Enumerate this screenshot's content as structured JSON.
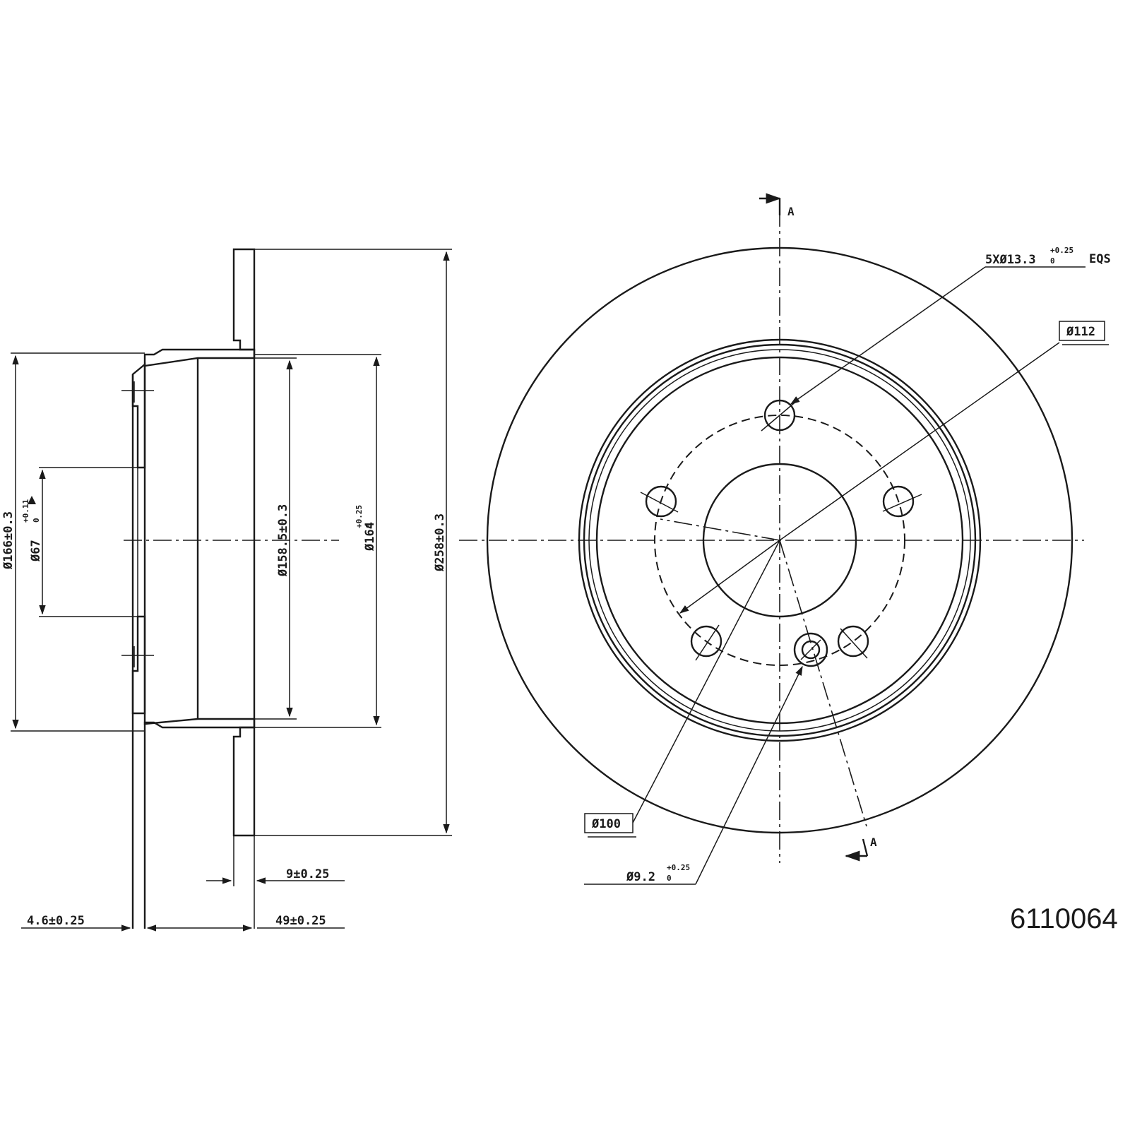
{
  "part_number": "6110064",
  "section_label": "A",
  "side_view": {
    "dia_166": {
      "main": "Ø166±0.3"
    },
    "dia_67": {
      "main": "Ø67",
      "upper": "+0.11",
      "lower": "0"
    },
    "dia_158_5": {
      "main": "Ø158.5±0.3"
    },
    "dia_164": {
      "main": "Ø164",
      "upper": "+0.25",
      "lower": "0"
    },
    "dia_258": {
      "main": "Ø258±0.3"
    },
    "thickness_9": "9±0.25",
    "thickness_4_6": "4.6±0.25",
    "height_49": "49±0.25"
  },
  "front_view": {
    "bolt_holes": {
      "main": "5XØ13.3",
      "upper": "+0.25",
      "lower": "0",
      "suffix": "EQS"
    },
    "pcd_112": "Ø112",
    "dia_100": "Ø100",
    "small_hole": {
      "main": "Ø9.2",
      "upper": "+0.25",
      "lower": "0"
    }
  },
  "colors": {
    "line": "#1a1a1a",
    "background": "#ffffff"
  }
}
